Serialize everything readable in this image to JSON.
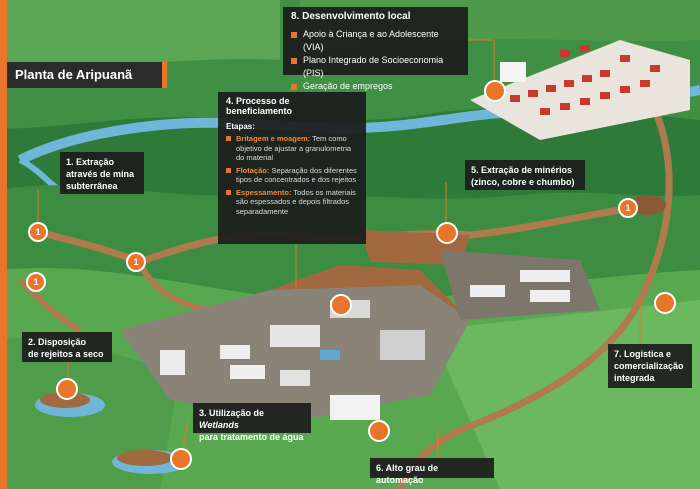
{
  "title": "Planta de Aripuanã",
  "panels": {
    "dev_local": {
      "heading": "8. Desenvolvimento local",
      "items": [
        "Apoio à Criança e ao Adolescente (VIA)",
        "Plano Integrado de Socioeconomia (PIS)",
        "Geração de empregos"
      ]
    },
    "beneficiamento": {
      "heading": "4. Processo de beneficiamento",
      "etapas_label": "Etapas:",
      "stages": [
        {
          "name": "Britagem e moagem:",
          "desc": "Tem como objetivo de ajustar a granulometria do material"
        },
        {
          "name": "Flotação:",
          "desc": "Separação dos diferentes tipos de concentrados e dos rejeitos"
        },
        {
          "name": "Espessamento:",
          "desc": "Todos os materiais são espessados e depois filtrados separadamente"
        }
      ]
    }
  },
  "labels": {
    "extracao_mina": [
      "1. Extração",
      "através de mina",
      "subterrânea"
    ],
    "disposicao": [
      "2. Disposição",
      "de rejeitos a seco"
    ],
    "wetlands_prefix": "3. Utilização de ",
    "wetlands_italic": "Wetlands",
    "wetlands_line2": "para tratamento de água",
    "minerios": [
      "5. Extração de minérios",
      "(zinco, cobre e chumbo)"
    ],
    "automacao": "6. Alto grau de automação",
    "logistica": [
      "7. Logística e",
      "comercialização",
      "integrada"
    ]
  },
  "markers": {
    "mine_entry": "1"
  },
  "colors": {
    "accent": "#e8752a",
    "panel": "#1c1c1c",
    "forest": "#2f7d3a",
    "river": "#6fb6d8",
    "road": "#b07a4f"
  }
}
